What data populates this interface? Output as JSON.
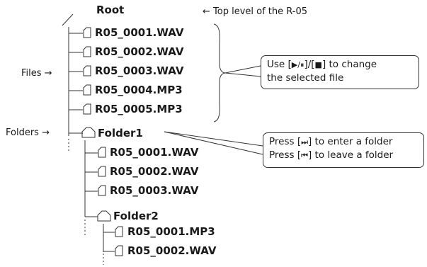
{
  "tree": {
    "root": "Root",
    "root_note": "← Top level of the R-05",
    "files_label": "Files →",
    "folders_label": "Folders →",
    "top_files": [
      "R05_0001.WAV",
      "R05_0002.WAV",
      "R05_0003.WAV",
      "R05_0004.MP3",
      "R05_0005.MP3"
    ],
    "folder1": {
      "name": "Folder1",
      "files": [
        "R05_0001.WAV",
        "R05_0002.WAV",
        "R05_0003.WAV"
      ]
    },
    "folder2": {
      "name": "Folder2",
      "files": [
        "R05_0001.MP3",
        "R05_0002.WAV"
      ]
    }
  },
  "callouts": {
    "select": {
      "prefix": "Use [",
      "play_pause_symbol": "▶/⏸",
      "middle": "]/[",
      "stop_symbol": "■",
      "suffix": "] to change",
      "line2": "the selected file"
    },
    "navigate": {
      "line1_prefix": "Press [",
      "line1_symbol": "⏭",
      "line1_suffix": "] to enter a folder",
      "line2_prefix": "Press [",
      "line2_symbol": "⏮",
      "line2_suffix": "] to leave a folder"
    }
  }
}
